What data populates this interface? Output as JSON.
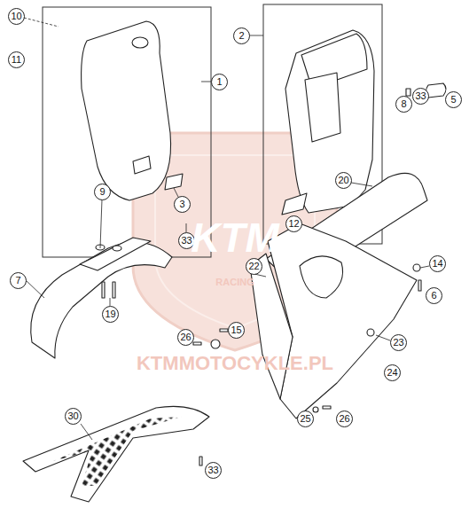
{
  "diagram": {
    "labels": [
      "10",
      "11",
      "1",
      "2",
      "3",
      "33",
      "12",
      "8",
      "33",
      "5",
      "9",
      "7",
      "19",
      "20",
      "22",
      "14",
      "6",
      "26",
      "15",
      "23",
      "24",
      "25",
      "26",
      "30",
      "33",
      "KTM",
      "RACING",
      "KTMMOTOCYKLE.PL"
    ]
  }
}
